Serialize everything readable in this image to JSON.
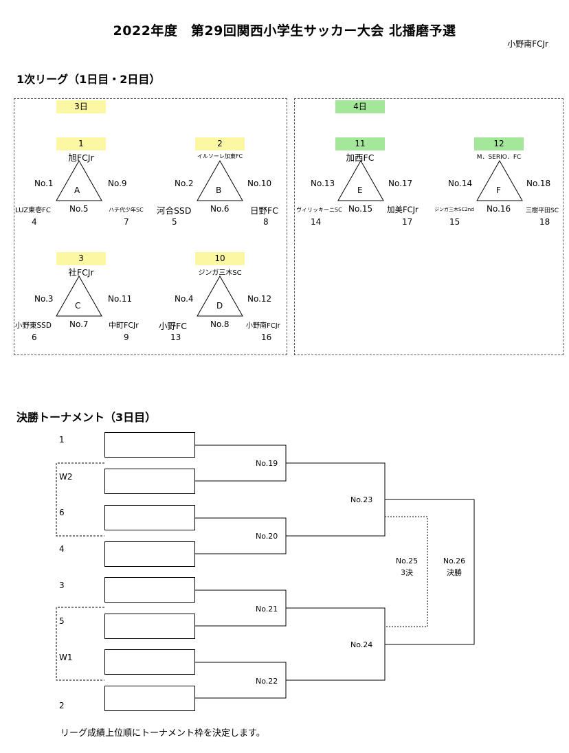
{
  "title": "2022年度　第29回関西小学生サッカー大会 北播磨予選",
  "author": "小野南FCJr",
  "league": {
    "heading": "1次リーグ（1日目・2日目）",
    "left_day": "3日",
    "right_day": "4日",
    "groups": [
      {
        "letter": "A",
        "seed": "1",
        "top": "旭FCJr",
        "left_no": "No.1",
        "right_no": "No.9",
        "bottom_no": "No.5",
        "left_team": "LUZ東壱FC",
        "right_team": "ハチ代少年SC",
        "left_num": "4",
        "right_num": "7"
      },
      {
        "letter": "B",
        "seed": "2",
        "top": "イルソーレ加東FC",
        "left_no": "No.2",
        "right_no": "No.10",
        "bottom_no": "No.6",
        "left_team": "河合SSD",
        "right_team": "日野FC",
        "left_num": "5",
        "right_num": "8"
      },
      {
        "letter": "C",
        "seed": "3",
        "top": "社FCJr",
        "left_no": "No.3",
        "right_no": "No.11",
        "bottom_no": "No.7",
        "left_team": "小野東SSD",
        "right_team": "中町FCJr",
        "left_num": "6",
        "right_num": "9"
      },
      {
        "letter": "D",
        "seed": "10",
        "top": "ジンガ三木SC",
        "left_no": "No.4",
        "right_no": "No.12",
        "bottom_no": "No.8",
        "left_team": "小野FC",
        "right_team": "小野南FCJr",
        "left_num": "13",
        "right_num": "16"
      },
      {
        "letter": "E",
        "seed": "11",
        "top": "加西FC",
        "left_no": "No.13",
        "right_no": "No.17",
        "bottom_no": "No.15",
        "left_team": "ヴィリッキーニSC",
        "right_team": "加美FCJr",
        "left_num": "14",
        "right_num": "17"
      },
      {
        "letter": "F",
        "seed": "12",
        "top": "M．SERIO．FC",
        "left_no": "No.14",
        "right_no": "No.18",
        "bottom_no": "No.16",
        "left_team": "ジンガ三木SC2nd",
        "right_team": "三樹平田SC",
        "left_num": "15",
        "right_num": "18"
      }
    ]
  },
  "tournament": {
    "heading": "決勝トーナメント（3日目）",
    "slots": [
      "1",
      "W2",
      "6",
      "4",
      "3",
      "5",
      "W1",
      "2"
    ],
    "matches": {
      "m19": "No.19",
      "m20": "No.20",
      "m21": "No.21",
      "m22": "No.22",
      "m23": "No.23",
      "m24": "No.24",
      "m25": "No.25",
      "m25_sub": "3決",
      "m26": "No.26",
      "m26_sub": "決勝"
    },
    "note": "リーグ成績上位順にトーナメント枠を決定します。"
  }
}
